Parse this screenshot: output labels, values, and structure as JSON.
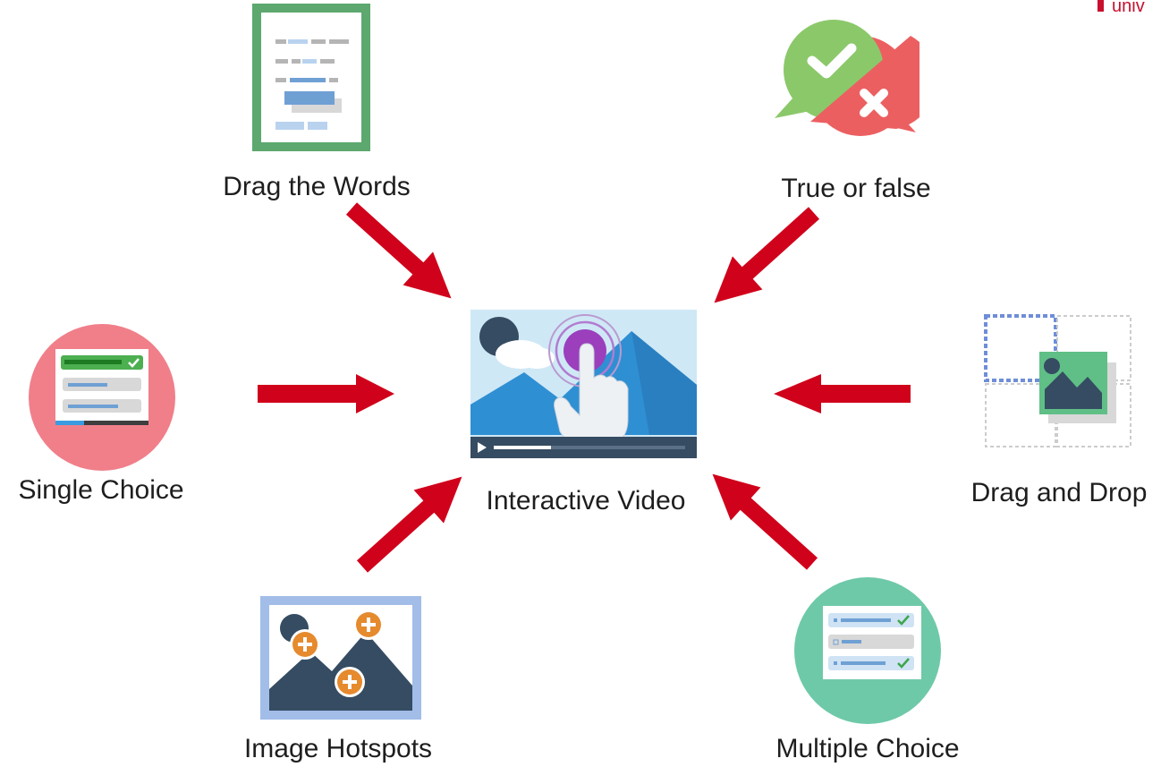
{
  "logo": {
    "text": "univ",
    "color": "#c8102e"
  },
  "center": {
    "label": "Interactive Video"
  },
  "nodes": {
    "drag_words": "Drag the Words",
    "true_false": "True or false",
    "single_choice": "Single Choice",
    "drag_drop": "Drag and Drop",
    "image_hotspots": "Image Hotspots",
    "multiple_choice": "Multiple Choice"
  },
  "colors": {
    "arrow": "#d0021b",
    "drag_words_frame": "#5ca86e",
    "true": "#8bc86a",
    "false": "#ec5f61",
    "single_choice_bg": "#f07f8a",
    "multiple_choice_bg": "#6ec9a8",
    "hotspot_frame": "#a2bde8",
    "hotspot_marker": "#e68a2e",
    "video_sky": "#cfe8f6",
    "video_mountain": "#2f8fd3",
    "dark": "#354c62"
  },
  "icons": {
    "drag_words": "document-with-draggable-words-icon",
    "true_false": "true-false-speech-bubbles-icon",
    "single_choice": "single-choice-list-icon",
    "drag_drop": "drag-and-drop-image-icon",
    "image_hotspots": "image-with-hotspots-icon",
    "multiple_choice": "multiple-choice-list-icon",
    "center": "video-with-tap-hand-icon"
  }
}
